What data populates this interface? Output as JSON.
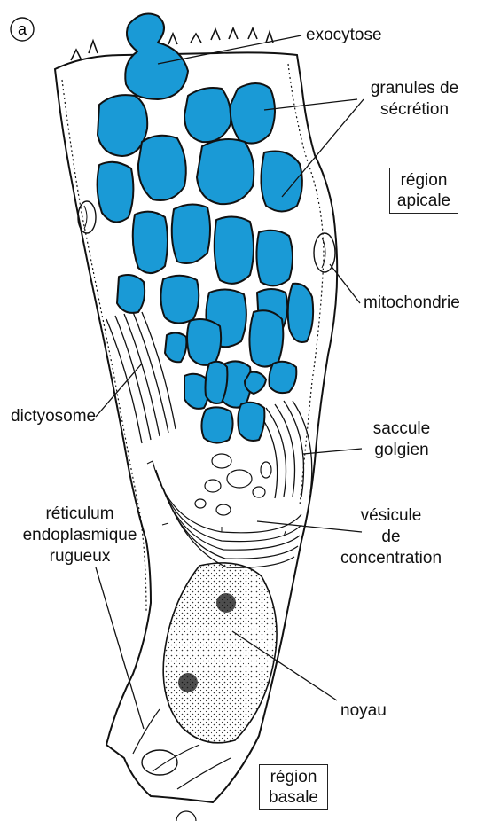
{
  "panel_marker": "a",
  "labels": {
    "exocytose": "exocytose",
    "granules_line1": "granules de",
    "granules_line2": "sécrétion",
    "mitochondrie": "mitochondrie",
    "dictyosome": "dictyosome",
    "saccule_line1": "saccule",
    "saccule_line2": "golgien",
    "vesicule_line1": "vésicule",
    "vesicule_line2": "de",
    "vesicule_line3": "concentration",
    "reticulum_line1": "réticulum",
    "reticulum_line2": "endoplasmique",
    "reticulum_line3": "rugueux",
    "noyau": "noyau"
  },
  "region_boxes": {
    "apical_line1": "région",
    "apical_line2": "apicale",
    "basal_line1": "région",
    "basal_line2": "basale"
  },
  "colors": {
    "granule_fill": "#1a9ad6",
    "outline": "#111111"
  }
}
